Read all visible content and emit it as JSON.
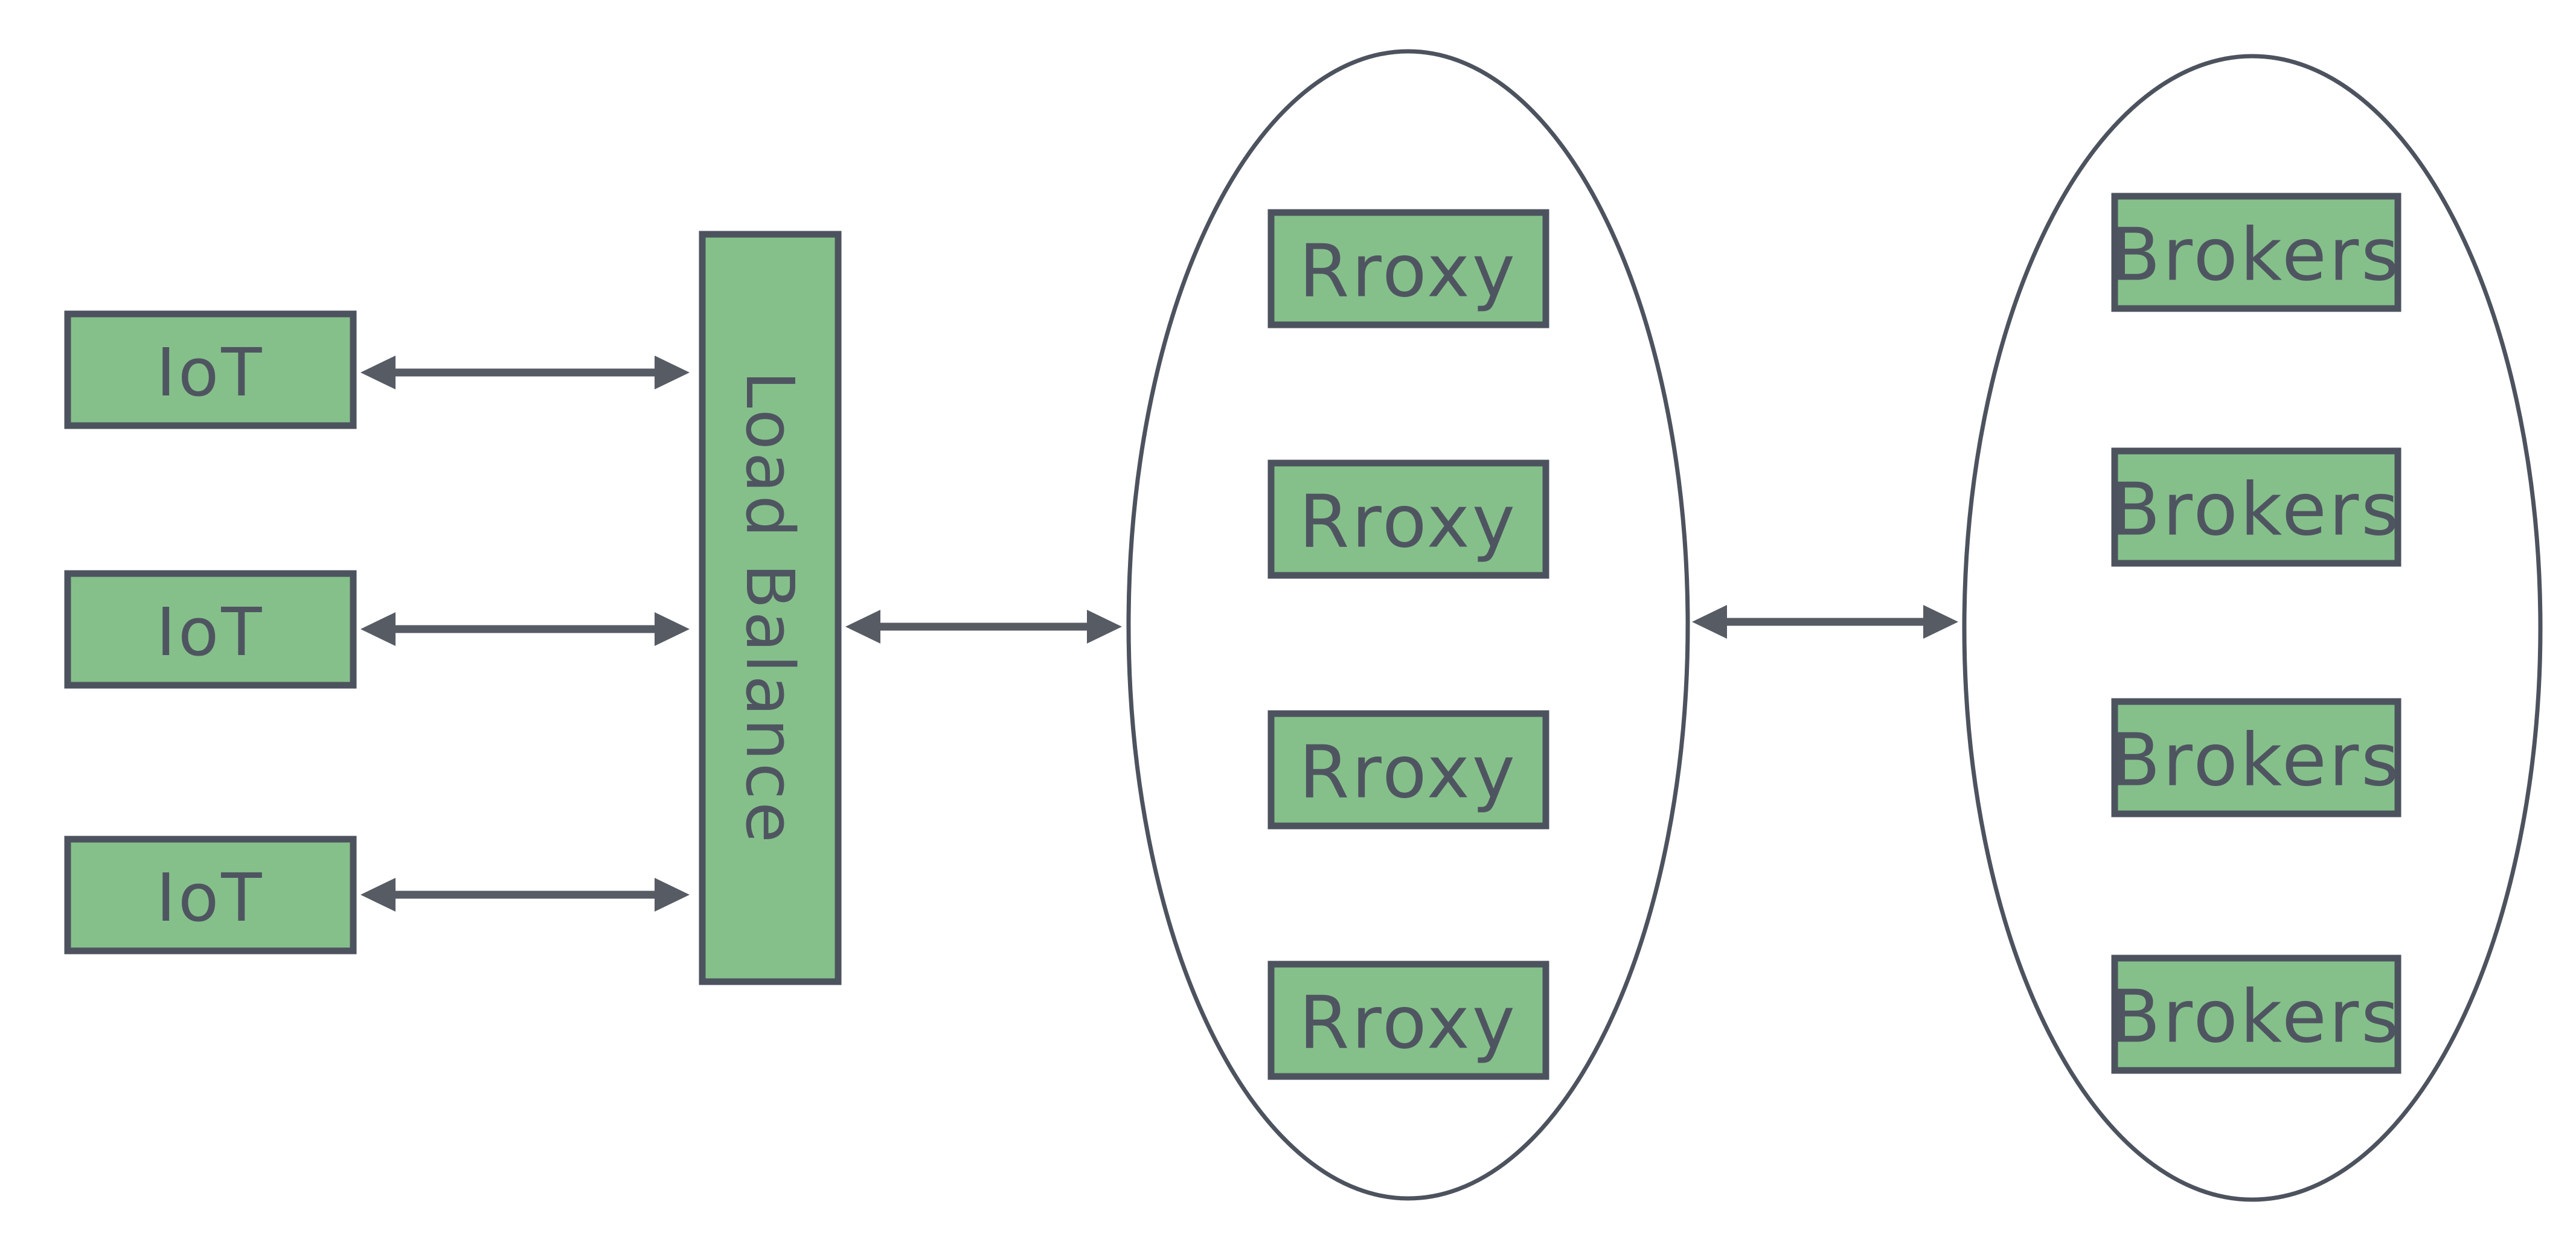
{
  "colors": {
    "background": "#FFFFFF",
    "node_fill": "#85C08B",
    "node_stroke": "#4D535E",
    "label_text": "#4F5560",
    "arrow": "#565B64"
  },
  "diagram": {
    "iot_nodes": [
      {
        "label": "IoT"
      },
      {
        "label": "IoT"
      },
      {
        "label": "IoT"
      }
    ],
    "load_balancer": {
      "label": "Load Balance"
    },
    "proxy_cluster": {
      "nodes": [
        {
          "label": "Rroxy"
        },
        {
          "label": "Rroxy"
        },
        {
          "label": "Rroxy"
        },
        {
          "label": "Rroxy"
        }
      ]
    },
    "broker_cluster": {
      "nodes": [
        {
          "label": "Brokers"
        },
        {
          "label": "Brokers"
        },
        {
          "label": "Brokers"
        },
        {
          "label": "Brokers"
        }
      ]
    }
  }
}
